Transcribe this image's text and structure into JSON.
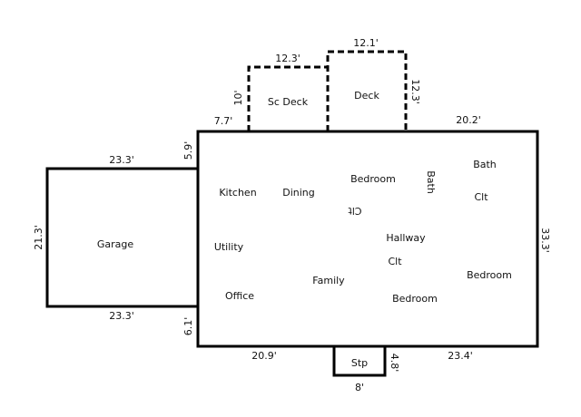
{
  "rooms": {
    "sc_deck": "Sc Deck",
    "deck": "Deck",
    "garage": "Garage",
    "kitchen": "Kitchen",
    "dining": "Dining",
    "bedroom_1": "Bedroom",
    "bath_vertical": "Bath",
    "bath": "Bath",
    "clt_right": "Clt",
    "clt_inverted": "Clt",
    "hallway": "Hallway",
    "clt_hall": "Clt",
    "utility": "Utility",
    "family": "Family",
    "bedroom_2": "Bedroom",
    "office": "Office",
    "bedroom_3": "Bedroom",
    "stp": "Stp"
  },
  "dimensions": {
    "sc_deck_width": "12.3'",
    "sc_deck_depth": "10'",
    "deck_width": "12.1'",
    "deck_depth": "12.3'",
    "house_left_top": "7.7'",
    "house_right_top": "20.2'",
    "house_depth": "33.3'",
    "garage_top": "23.3'",
    "garage_bottom": "23.3'",
    "garage_depth": "21.3'",
    "upper_jog": "5.9'",
    "lower_jog": "6.1'",
    "bottom_left": "20.9'",
    "bottom_right": "23.4'",
    "stp_width": "8'",
    "stp_depth": "4.8'"
  }
}
